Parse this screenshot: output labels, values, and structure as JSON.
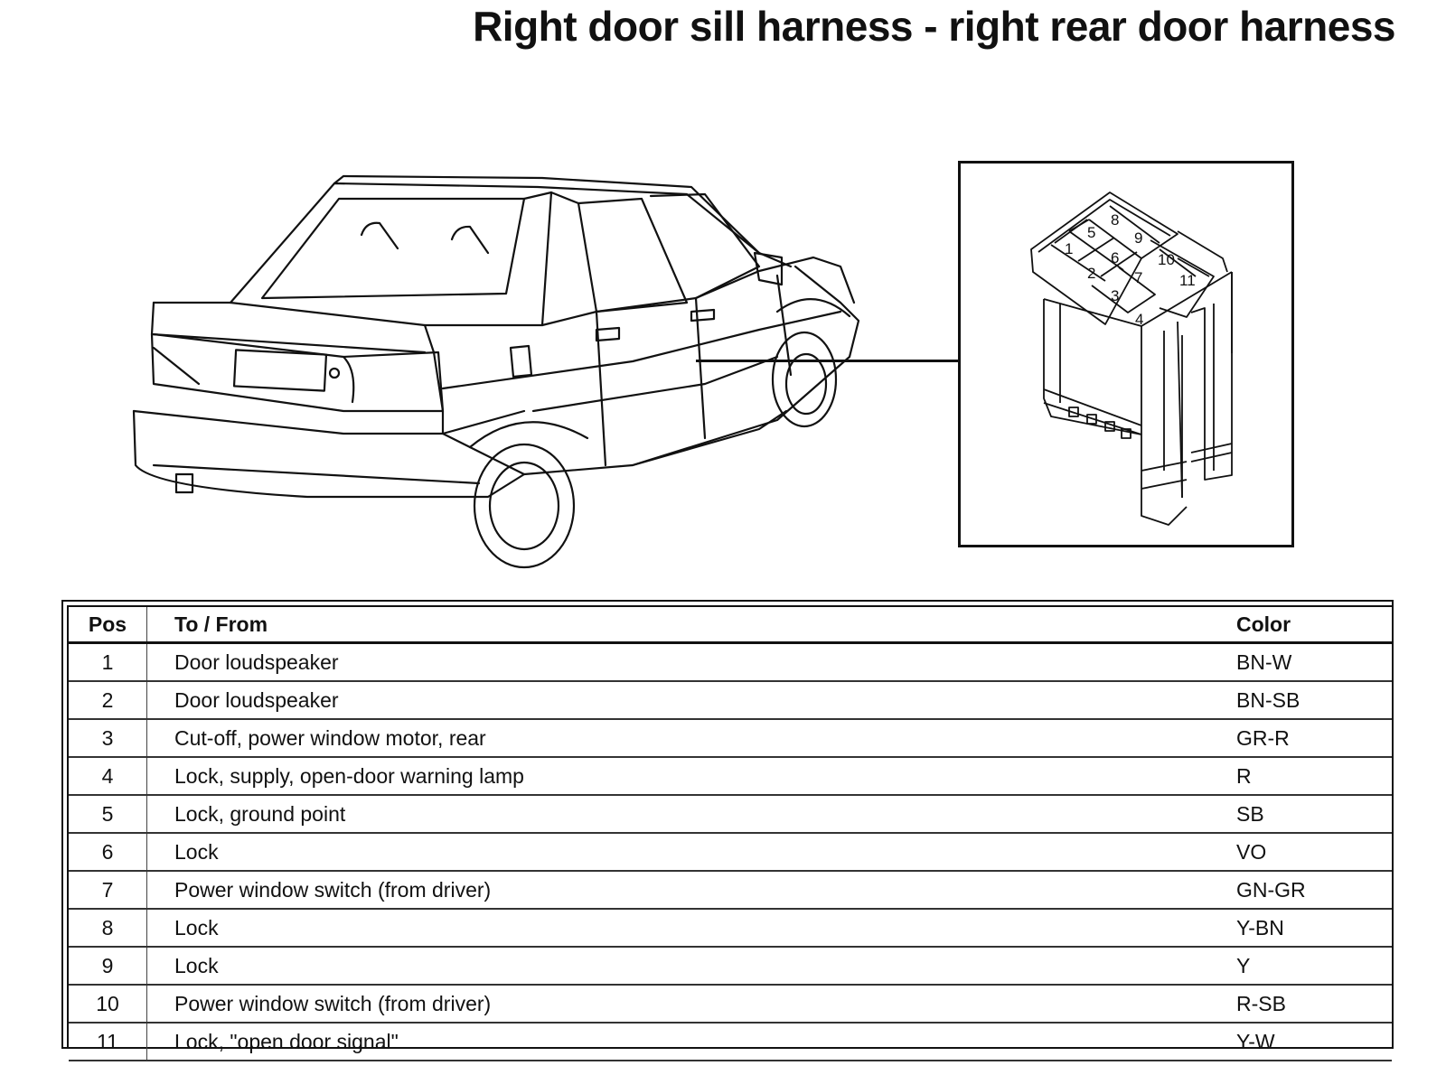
{
  "page": {
    "title": "Right door sill harness - right rear door harness"
  },
  "connector": {
    "pins": [
      "1",
      "2",
      "3",
      "4",
      "5",
      "6",
      "7",
      "8",
      "9",
      "10",
      "11"
    ]
  },
  "table": {
    "headers": {
      "pos": "Pos",
      "to_from": "To / From",
      "color": "Color"
    },
    "rows": [
      {
        "pos": "1",
        "to_from": "Door loudspeaker",
        "color": "BN-W"
      },
      {
        "pos": "2",
        "to_from": "Door loudspeaker",
        "color": "BN-SB"
      },
      {
        "pos": "3",
        "to_from": "Cut-off, power window motor, rear",
        "color": "GR-R"
      },
      {
        "pos": "4",
        "to_from": "Lock, supply, open-door warning lamp",
        "color": "R"
      },
      {
        "pos": "5",
        "to_from": "Lock, ground point",
        "color": "SB"
      },
      {
        "pos": "6",
        "to_from": "Lock",
        "color": "VO"
      },
      {
        "pos": "7",
        "to_from": "Power window switch (from driver)",
        "color": "GN-GR"
      },
      {
        "pos": "8",
        "to_from": "Lock",
        "color": "Y-BN"
      },
      {
        "pos": "9",
        "to_from": "Lock",
        "color": "Y"
      },
      {
        "pos": "10",
        "to_from": "Power window switch (from driver)",
        "color": "R-SB"
      },
      {
        "pos": "11",
        "to_from": "Lock, \"open door signal\"",
        "color": "Y-W"
      }
    ]
  }
}
